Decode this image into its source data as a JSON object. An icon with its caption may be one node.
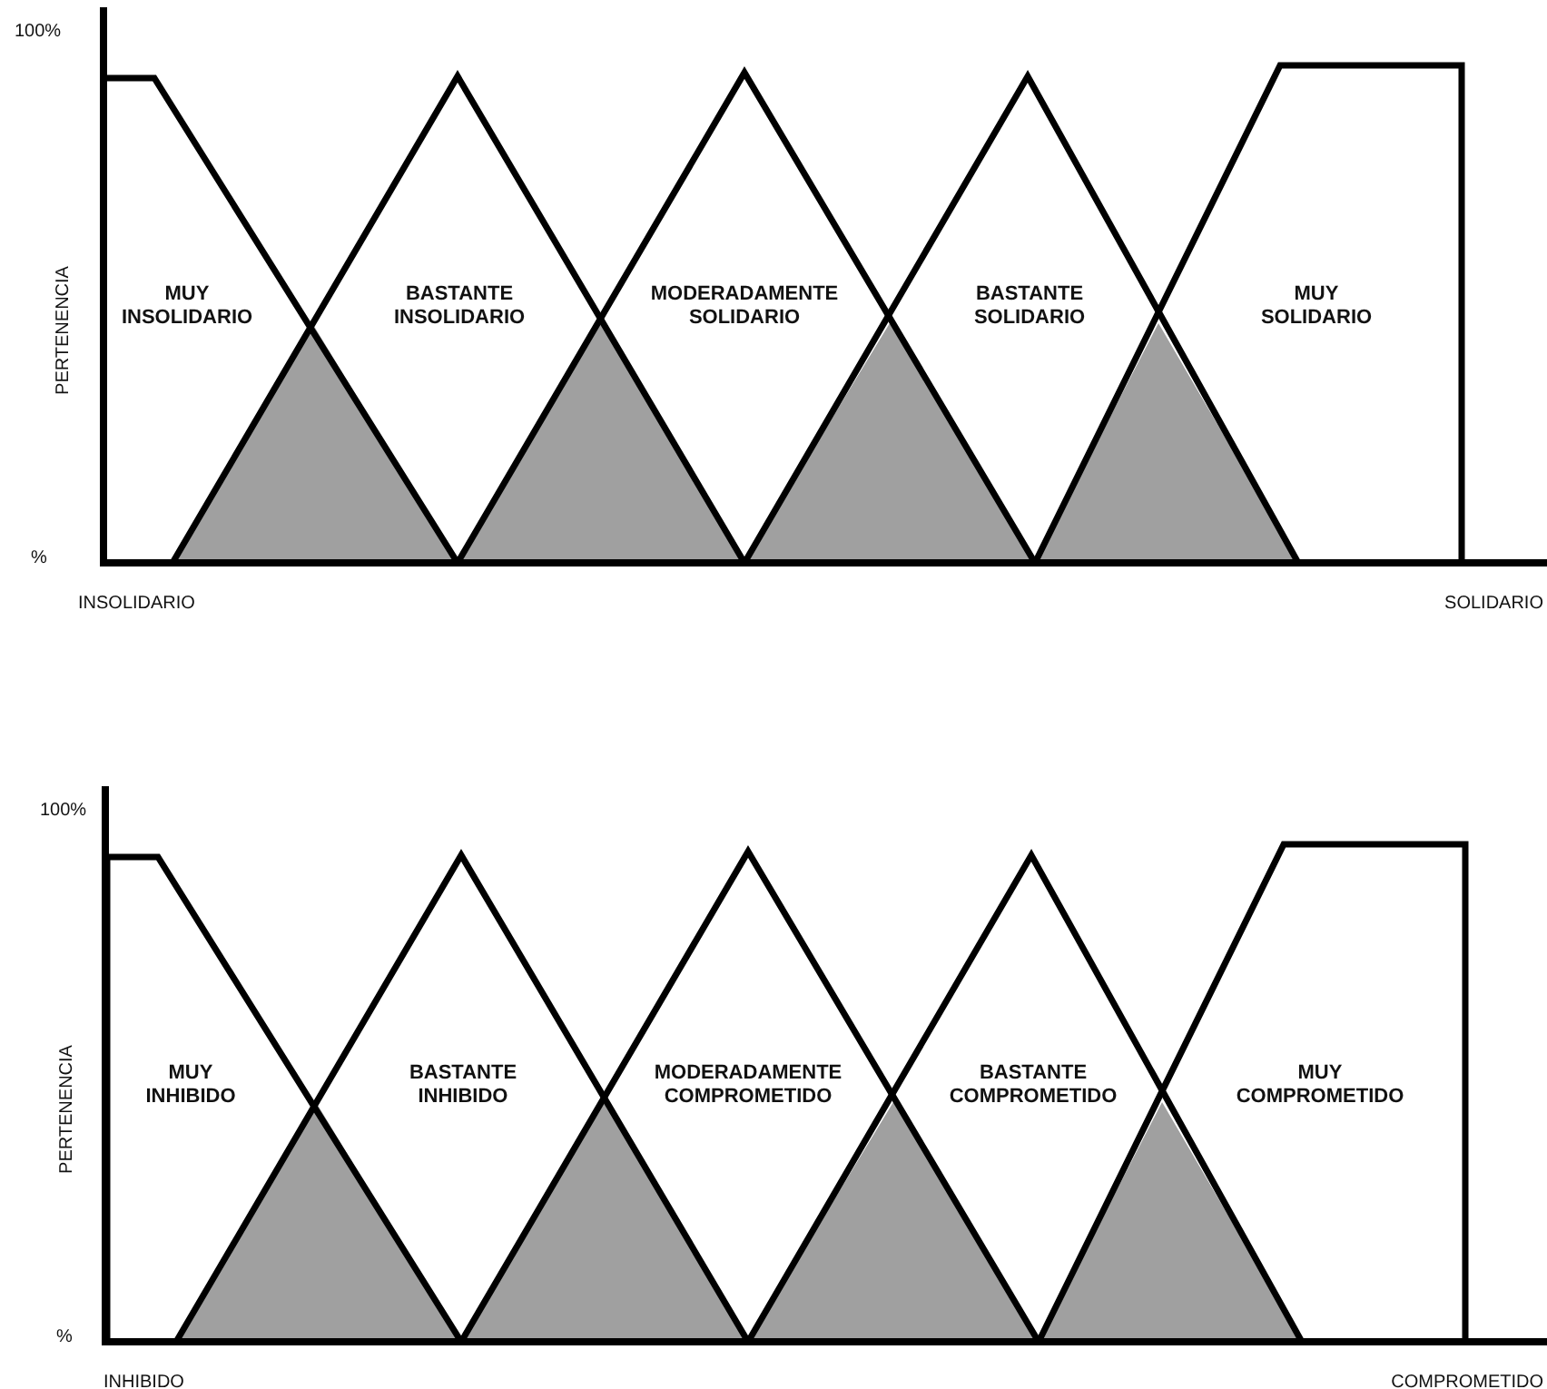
{
  "diagram": {
    "nodes": [
      {
        "text": [
          "MUY INSOLIDARIO"
        ]
      },
      {
        "text": [
          "BASTANTE INSOLIDARIO"
        ]
      },
      {
        "text": [
          "MODERADAMENTE SOLIDARIO"
        ]
      },
      {
        "text": [
          "BASTANTE SOLIDARIO"
        ]
      },
      {
        "text": [
          "MUY SOLIDARIO"
        ]
      },
      {
        "text": [
          "MUY INHIBIDO"
        ]
      },
      {
        "text": [
          "BASTANTE INHIBIDO"
        ]
      },
      {
        "text": [
          "MODERADAMENTE COMPROMETIDO"
        ]
      },
      {
        "text": [
          "BASTANTE COMPROMETIDO"
        ]
      },
      {
        "text": [
          "MUY COMPROMETIDO"
        ]
      }
    ],
    "labels": [
      "100%",
      "PERTENENCIA",
      "%",
      "INSOLIDARIO",
      "SOLIDARIO",
      "100%",
      "PERTENENCIA",
      "%",
      "INHIBIDO",
      "COMPROMETIDO"
    ]
  }
}
